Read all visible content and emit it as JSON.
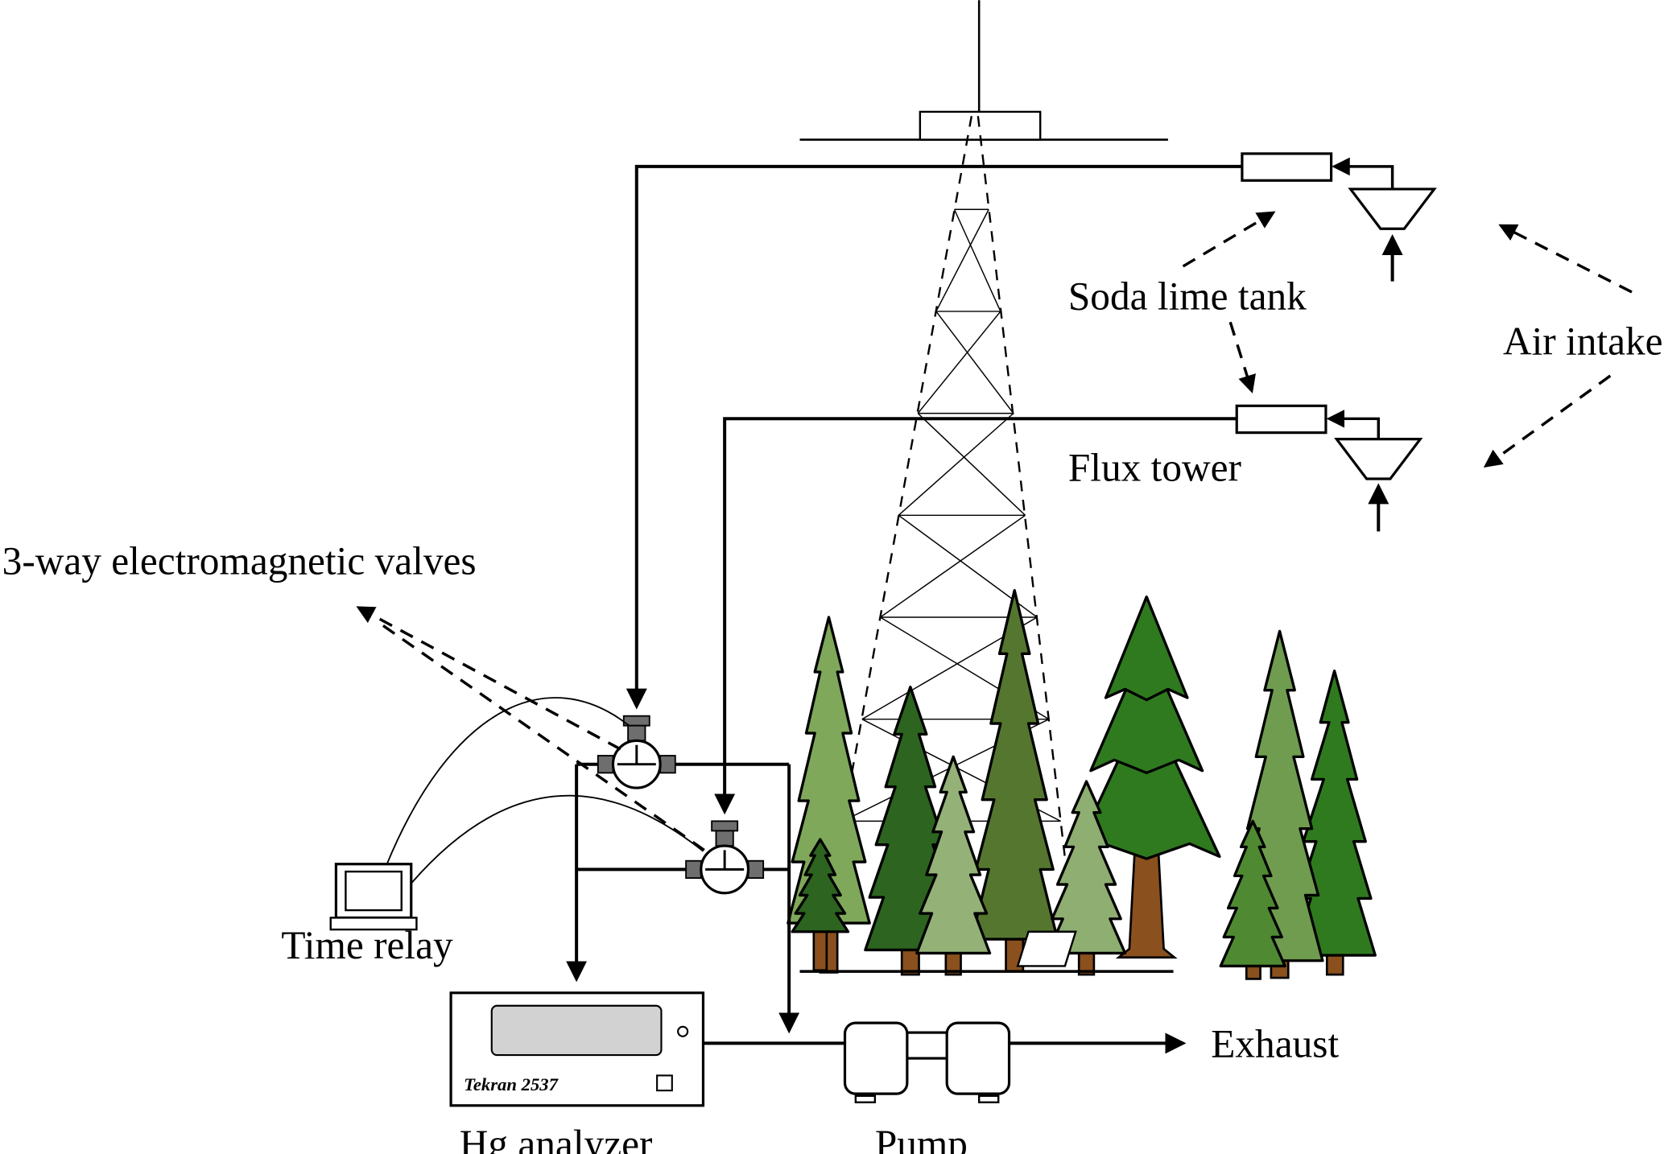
{
  "labels": {
    "valves": "3-way electromagnetic valves",
    "soda_lime_tank": "Soda lime tank",
    "air_intake": "Air intake",
    "flux_tower": "Flux tower",
    "time_relay": "Time relay",
    "hg_analyzer": "Hg analyzer",
    "analyzer_model": "Tekran 2537",
    "pump": "Pump",
    "exhaust": "Exhaust"
  },
  "colors": {
    "line": "#000000",
    "background": "#ffffff",
    "display": "#d2d2d2",
    "valve_port": "#6e6e6e",
    "trunk": "#8a501e",
    "tree_dark": "#2c6420",
    "tree_mid": "#4f8a33",
    "tree_olive": "#55762f",
    "tree_light": "#7fa85a",
    "tree_sage": "#94b177",
    "tree_pale": "#8fae72",
    "tree_green": "#2f7a1f",
    "tree_tall_light": "#6f9c4e"
  }
}
